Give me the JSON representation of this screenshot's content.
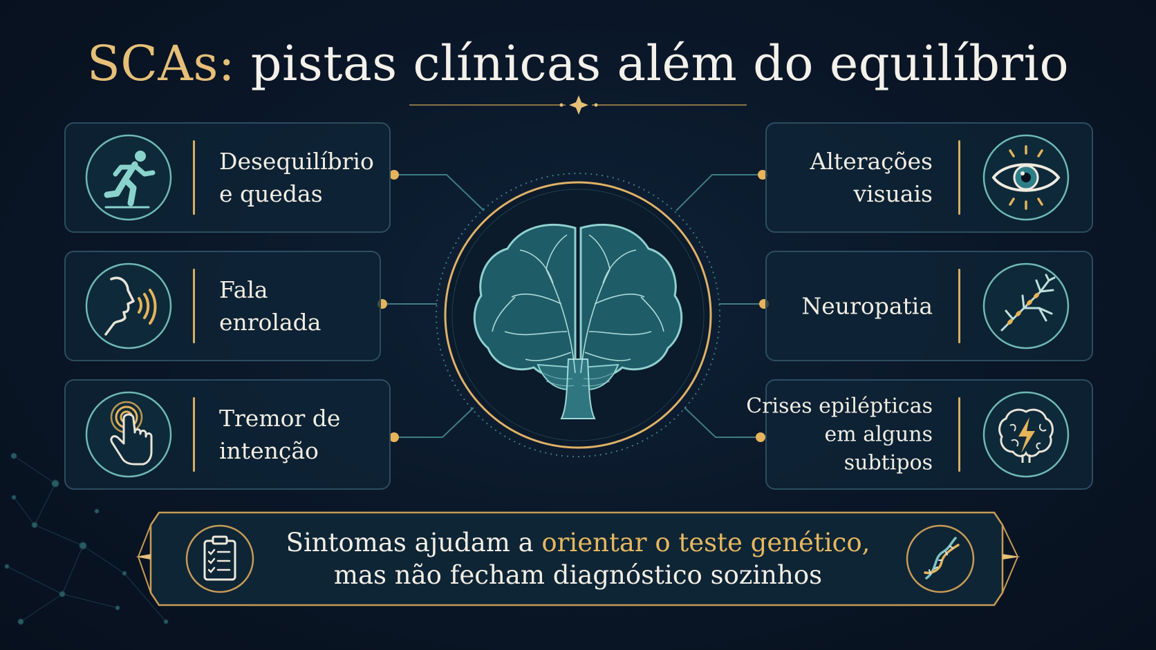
{
  "title": {
    "highlight": "SCAs:",
    "rest": "pistas clínicas além do equilíbrio"
  },
  "symptoms_left": [
    {
      "icon": "running-person-icon",
      "lines": [
        "Desequilíbrio",
        "e quedas"
      ]
    },
    {
      "icon": "speaking-head-icon",
      "lines": [
        "Fala",
        "enrolada"
      ]
    },
    {
      "icon": "finger-tremor-icon",
      "lines": [
        "Tremor de",
        "intenção"
      ]
    }
  ],
  "symptoms_right": [
    {
      "icon": "eye-icon",
      "lines": [
        "Alterações",
        "visuais"
      ]
    },
    {
      "icon": "nerve-icon",
      "lines": [
        "Neuropatia"
      ]
    },
    {
      "icon": "brain-lightning-icon",
      "lines": [
        "Crises epilépticas",
        "em alguns",
        "subtipos"
      ]
    }
  ],
  "center": {
    "icon": "brain-icon"
  },
  "banner": {
    "part1": "Sintomas ajudam a ",
    "highlight": "orientar o teste genético,",
    "line2": "mas não fecham diagnóstico sozinhos",
    "left_icon": "clipboard-checklist-icon",
    "right_icon": "dna-icon"
  },
  "colors": {
    "accent_gold": "#e6bf78",
    "teal": "#7fc4c4",
    "card_border": "#2c4d60",
    "background": "#0a1627"
  }
}
